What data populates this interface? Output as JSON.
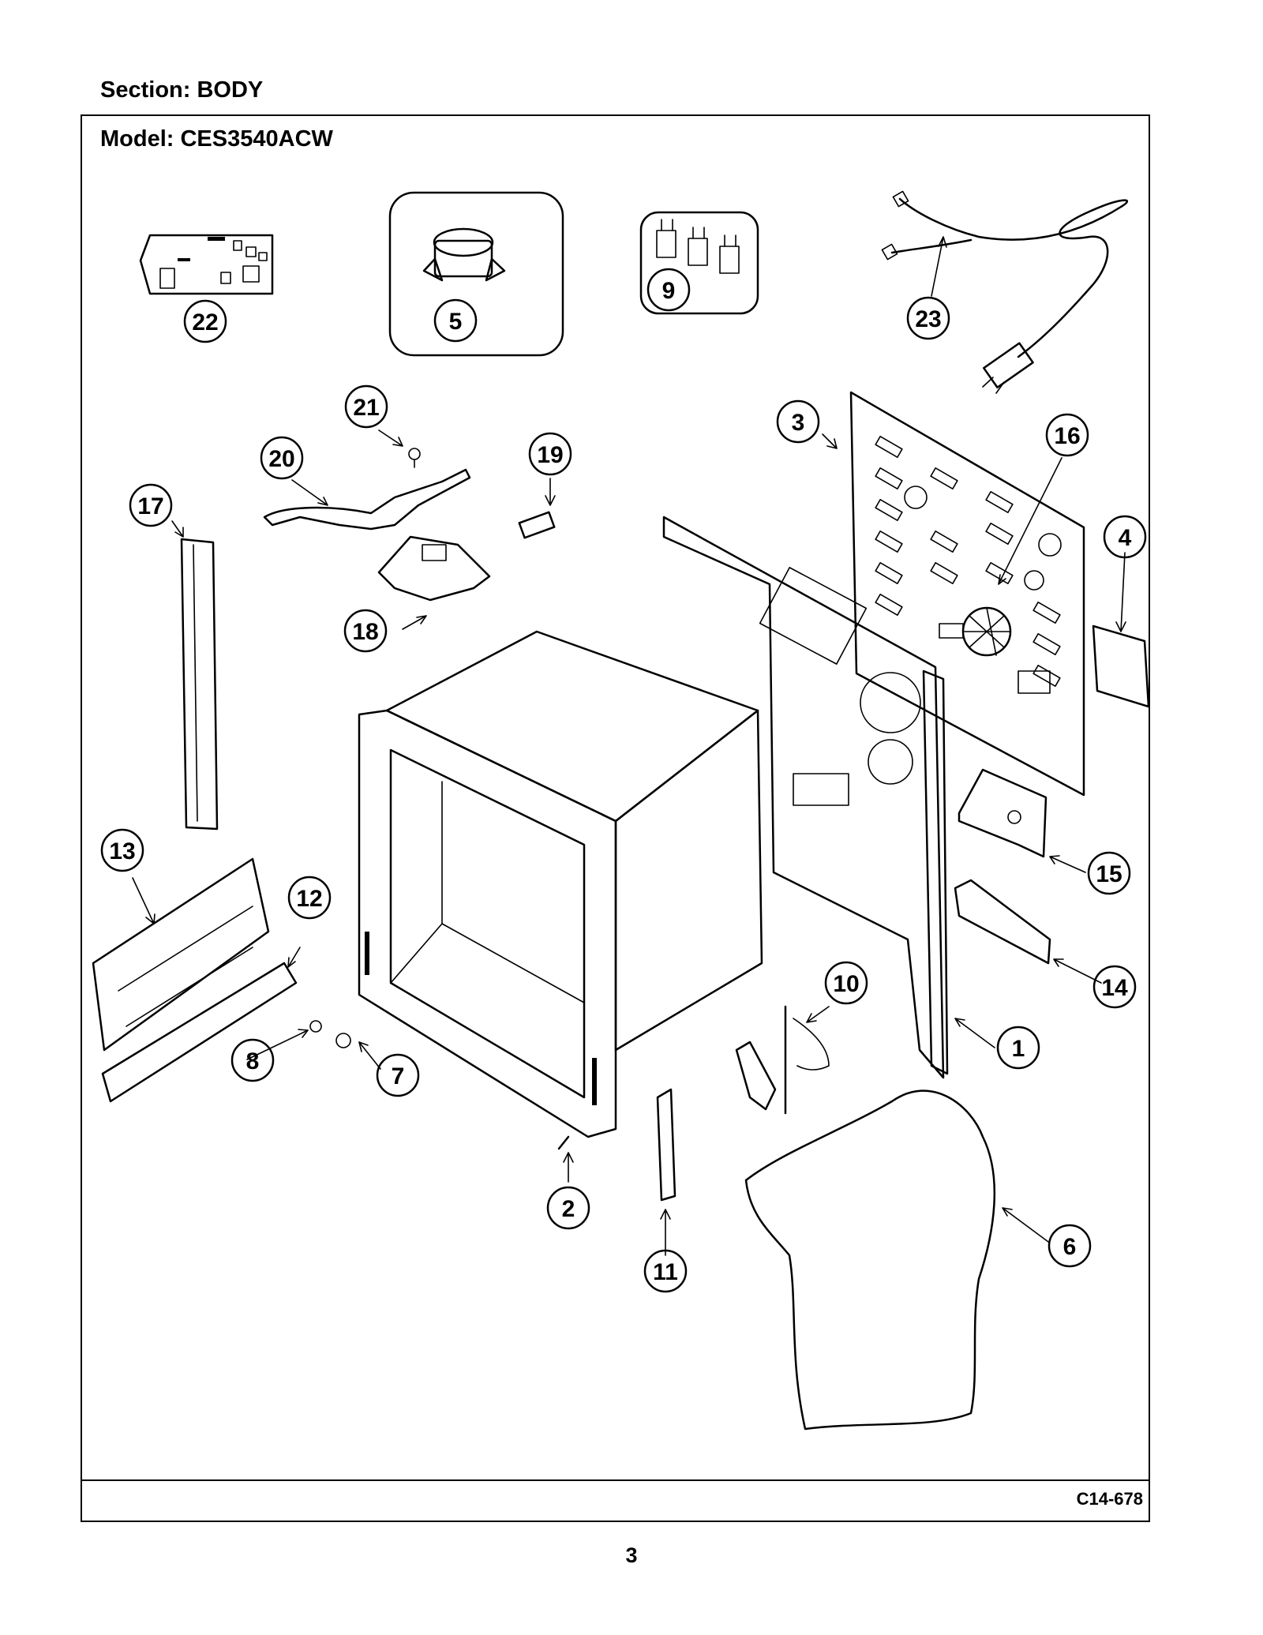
{
  "header": {
    "section": "Section:  BODY",
    "model": "Model:  CES3540ACW"
  },
  "footer": {
    "code": "C14-678",
    "page": "3"
  },
  "callouts": [
    "1",
    "2",
    "3",
    "4",
    "5",
    "6",
    "7",
    "8",
    "9",
    "10",
    "11",
    "12",
    "13",
    "14",
    "15",
    "16",
    "17",
    "18",
    "19",
    "20",
    "21",
    "22",
    "23"
  ]
}
